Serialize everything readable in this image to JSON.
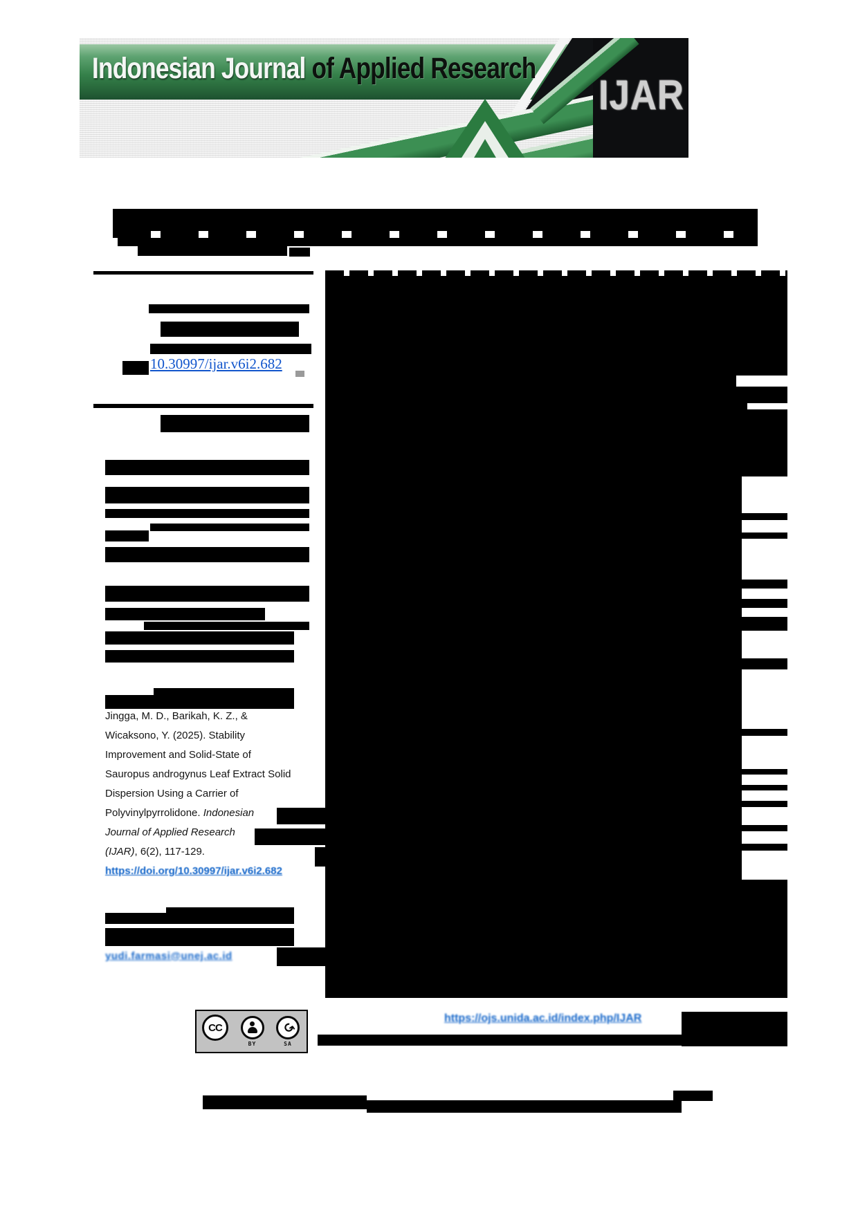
{
  "banner": {
    "title_left": "Indonesian Journal",
    "title_right": " of Applied Research",
    "logo": "IJAR"
  },
  "doi_link": "10.30997/ijar.v6i2.682",
  "citation": {
    "lines": [
      {
        "pre": "Jingga, M. D., Barikah, K. Z., &"
      },
      {
        "pre": "Wicaksono, Y. (2025). Stability"
      },
      {
        "pre": "Improvement and Solid-State of"
      },
      {
        "pre": "Sauropus androgynus Leaf Extract Solid"
      },
      {
        "pre": "Dispersion Using a Carrier of"
      },
      {
        "pre": "Polyvinylpyrrolidone. ",
        "it": "Indonesian"
      },
      {
        "it": "Journal of Applied Research"
      },
      {
        "it": "(IJAR)",
        "post": ", 6(2), 117-129."
      },
      {
        "link": "https://doi.org/10.30997/ijar.v6i2.682"
      }
    ]
  },
  "links": {
    "email": "yudi.farmasi@unej.ac.id",
    "journal": "https://ojs.unida.ac.id/index.php/IJAR"
  },
  "license": {
    "cc": "CC",
    "by": "BY",
    "sa": "SA"
  }
}
